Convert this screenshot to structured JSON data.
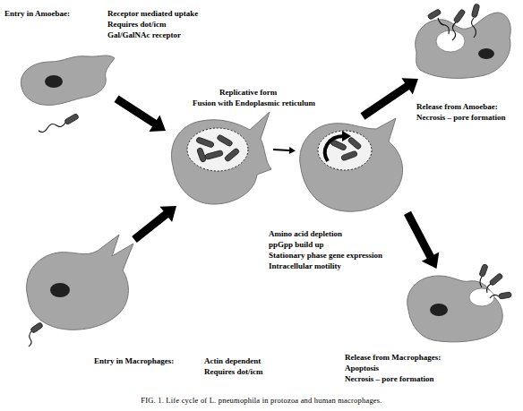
{
  "diagram": {
    "caption": "FIG. 1. Life cycle of L. pneumophila in protozoa and human macrophages.",
    "nodes": [
      {
        "text": [
          "Entry in Amoebae:",
          "Receptor mediated uptake",
          "Requires dot/icm",
          "Gal/GalNAc receptor"
        ]
      },
      {
        "text": [
          "Replicative form",
          "Fusion with Endoplasmic reticulum"
        ]
      },
      {
        "text": [
          "Amino acid depletion",
          "ppGpp build up",
          "Stationary phase gene expression",
          "Intracellular motility"
        ]
      },
      {
        "text": [
          "Release from Amoebae:",
          "Necrosis – pore formation"
        ]
      },
      {
        "text": [
          "Entry in Macrophages:",
          "Actin dependent",
          "Requires dot/icm"
        ]
      },
      {
        "text": [
          "Release from Macrophages:",
          "Apoptosis",
          "Necrosis – pore formation"
        ]
      }
    ],
    "edges": [
      {
        "from": 0,
        "to": 1,
        "arrow": "to"
      },
      {
        "from": 4,
        "to": 1,
        "arrow": "to"
      },
      {
        "from": 1,
        "to": 2,
        "arrow": "to"
      },
      {
        "from": 2,
        "to": 3,
        "arrow": "to"
      },
      {
        "from": 2,
        "to": 5,
        "arrow": "to"
      }
    ]
  }
}
